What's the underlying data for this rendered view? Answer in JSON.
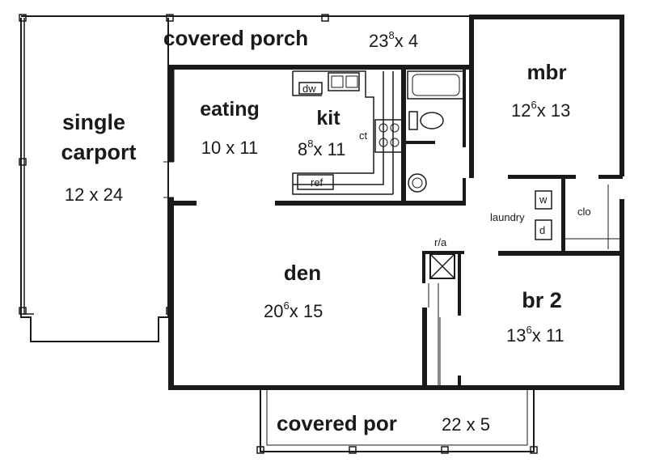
{
  "rooms": {
    "carport": {
      "name_line1": "single",
      "name_line2": "carport",
      "dim": "12 x 24"
    },
    "porch_top": {
      "name": "covered porch",
      "dim_a": "23",
      "dim_sup": "8",
      "dim_b": "x 4"
    },
    "eating": {
      "name": "eating",
      "dim": "10 x 11"
    },
    "kit": {
      "name": "kit",
      "dim_a": "8",
      "dim_sup": "8",
      "dim_b": "x 11"
    },
    "mbr": {
      "name": "mbr",
      "dim_a": "12",
      "dim_sup": "6",
      "dim_b": "x 13"
    },
    "den": {
      "name": "den",
      "dim_a": "20",
      "dim_sup": "6",
      "dim_b": "x 15"
    },
    "br2": {
      "name": "br 2",
      "dim_a": "13",
      "dim_sup": "6",
      "dim_b": "x 11"
    },
    "porch_bottom": {
      "name": "covered por",
      "dim": "22 x 5"
    }
  },
  "labels": {
    "dw": "dw",
    "ref": "ref",
    "ct": "ct",
    "laundry": "laundry",
    "w": "w",
    "d": "d",
    "clo": "clo",
    "ra": "r/a"
  }
}
